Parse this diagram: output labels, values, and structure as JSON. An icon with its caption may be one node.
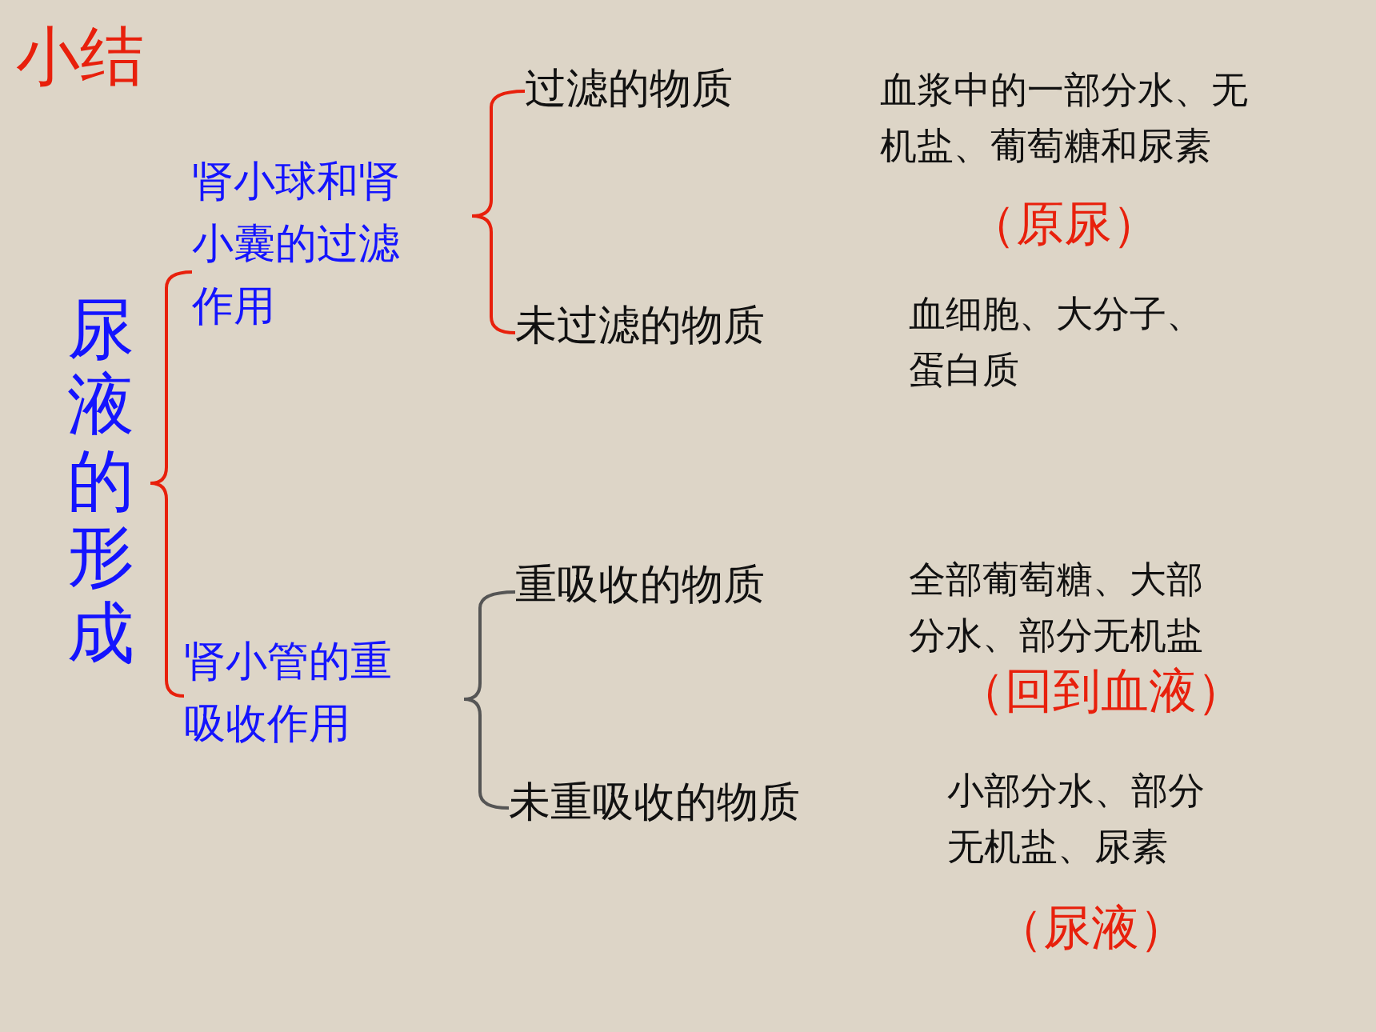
{
  "diagram": {
    "title": "小结",
    "nodes": [
      {
        "text": [
          "尿液的形成"
        ]
      },
      {
        "text": [
          "肾小球和肾小囊的过滤作用"
        ]
      },
      {
        "text": [
          "肾小管的重吸收作用"
        ]
      },
      {
        "text": [
          "过滤的物质"
        ],
        "beside": [
          "血浆中的一部分水、无机盐、葡萄糖和尿素",
          "（原尿）"
        ]
      },
      {
        "text": [
          "未过滤的物质"
        ],
        "beside": [
          "血细胞、大分子、蛋白质"
        ]
      },
      {
        "text": [
          "重吸收的物质"
        ],
        "beside": [
          "全部葡萄糖、大部分水、部分无机盐",
          "（回到血液）"
        ]
      },
      {
        "text": [
          "未重吸收的物质"
        ],
        "beside": [
          "小部分水、部分无机盐、尿素",
          "（尿液）"
        ]
      }
    ],
    "edges": [
      {
        "from": 0,
        "to": 1,
        "arrow": "none"
      },
      {
        "from": 0,
        "to": 2,
        "arrow": "none"
      },
      {
        "from": 1,
        "to": 3,
        "arrow": "none"
      },
      {
        "from": 1,
        "to": 4,
        "arrow": "none"
      },
      {
        "from": 2,
        "to": 5,
        "arrow": "none",
        "color": "#555555"
      },
      {
        "from": 2,
        "to": 6,
        "arrow": "none",
        "color": "#555555"
      }
    ]
  }
}
